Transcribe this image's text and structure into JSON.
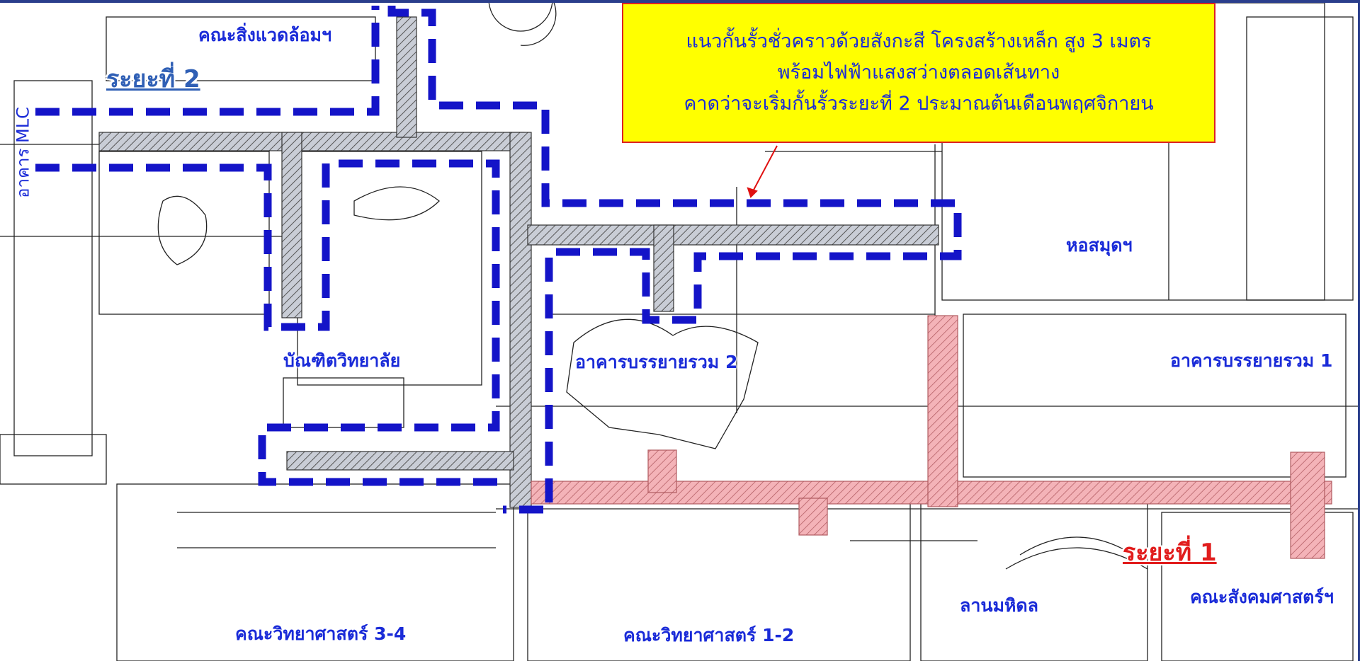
{
  "callout": {
    "line1": "แนวกั้นรั้วชั่วคราวด้วยสังกะสี โครงสร้างเหล็ก สูง 3 เมตร",
    "line2": "พร้อมไฟฟ้าแสงสว่างตลอดเส้นทาง",
    "line3": "คาดว่าจะเริ่มกั้นรั้วระยะที่ 2 ประมาณต้นเดือนพฤศจิกายน"
  },
  "phases": {
    "phase2": "ระยะที่ 2",
    "phase1": "ระยะที่ 1"
  },
  "places": {
    "env_faculty": "คณะสิ่งแวดล้อมฯ",
    "mlc_building": "อาคาร MLC",
    "graduate_school": "บัณฑิตวิทยาลัย",
    "lecture_building_2": "อาคารบรรยายรวม 2",
    "library": "หอสมุดฯ",
    "lecture_building_1": "อาคารบรรยายรวม 1",
    "science_3_4": "คณะวิทยาศาสตร์ 3-4",
    "science_1_2": "คณะวิทยาศาสตร์ 1-2",
    "mahidol_square": "ลานมหิดล",
    "social_sciences": "คณะสังคมศาสตร์ฯ"
  },
  "colors": {
    "phase2_route": "#1414c8",
    "phase2_walkway": "#9aa6b8",
    "phase1_walkway": "#f2a0a8",
    "label_blue": "#1a2bd8",
    "phase1_red": "#e11d1d",
    "callout_bg": "#ffff00"
  }
}
